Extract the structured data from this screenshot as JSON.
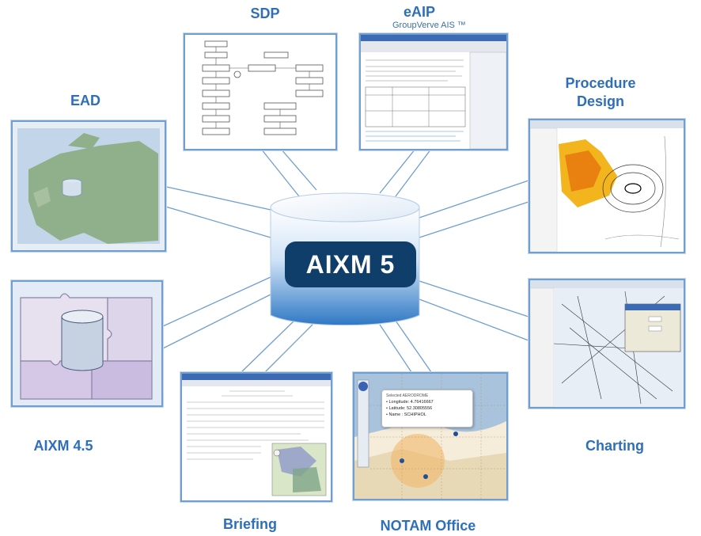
{
  "center": {
    "title": "AIXM 5"
  },
  "nodes": {
    "sdp": {
      "label": "SDP"
    },
    "eaip": {
      "label": "eAIP",
      "sublabel": "GroupVerve AIS ™"
    },
    "procedure": {
      "label_line1": "Procedure",
      "label_line2": "Design"
    },
    "ead": {
      "label": "EAD"
    },
    "aixm45": {
      "label": "AIXM 4.5"
    },
    "charting": {
      "label": "Charting"
    },
    "briefing": {
      "label": "Briefing"
    },
    "notam": {
      "label": "NOTAM Office"
    }
  },
  "notam_popup": {
    "title": "Selected AERODROME",
    "longitude": "Longitude: 4.76416667",
    "latitude": "Latitude: 52.30805556",
    "name": "Name : SCHIPHOL"
  },
  "colors": {
    "label": "#2e6fb8",
    "connector": "#6f9ed0",
    "cylinder": "#2f78c4",
    "badge": "#0f3e6a"
  }
}
